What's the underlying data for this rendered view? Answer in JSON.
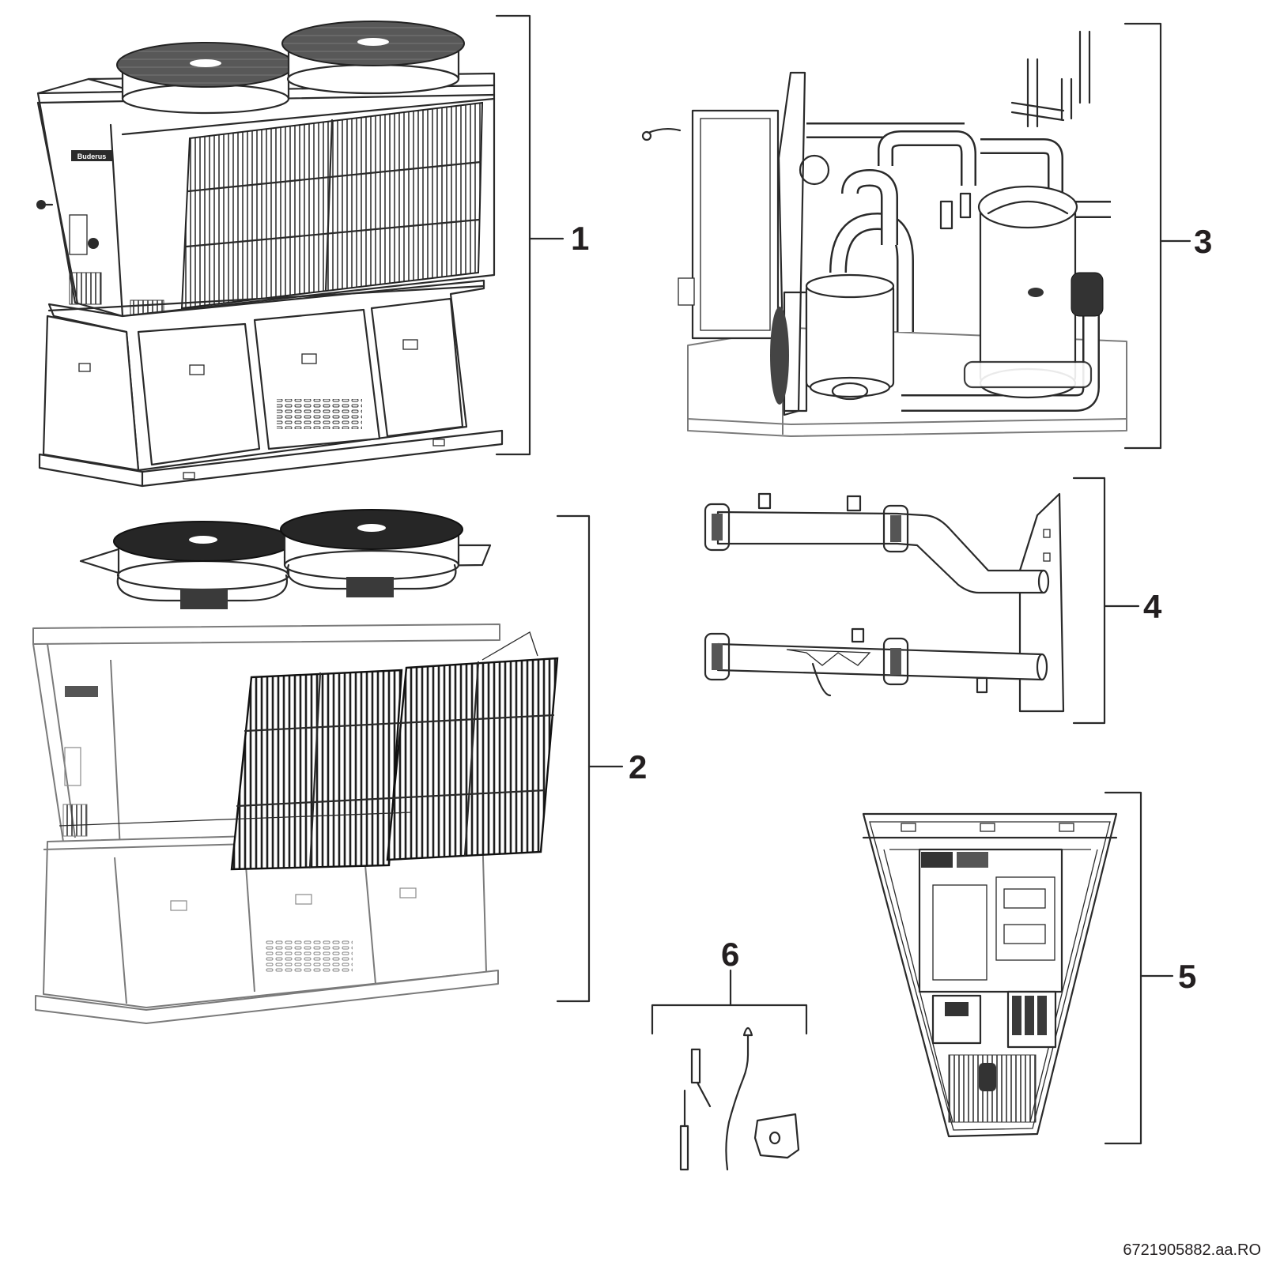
{
  "callouts": {
    "item_1": "1",
    "item_2": "2",
    "item_3": "3",
    "item_4": "4",
    "item_5": "5",
    "item_6": "6"
  },
  "drawing_code": "6721905882.aa.RO",
  "brand_plate": "Buderus",
  "colors": {
    "line": "#231f20",
    "ghost_outline": "#7a7a7a",
    "background": "#ffffff"
  }
}
